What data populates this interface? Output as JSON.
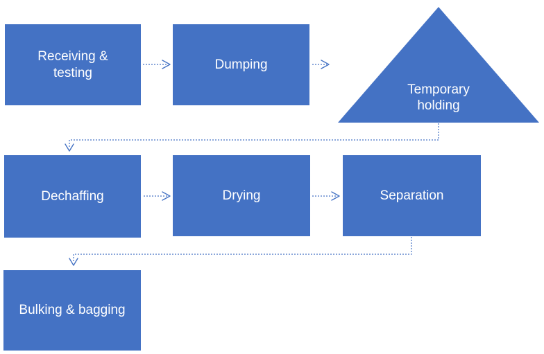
{
  "colors": {
    "node_fill": "#4472C4",
    "connector": "#4472C4",
    "label_text": "#FFFFFF",
    "background": "#FFFFFF"
  },
  "flowchart": {
    "type": "process-flow-diagram",
    "nodes": [
      {
        "id": "receiving-testing",
        "label": "Receiving & testing",
        "shape": "rectangle"
      },
      {
        "id": "dumping",
        "label": "Dumping",
        "shape": "rectangle"
      },
      {
        "id": "temporary-holding",
        "label": "Temporary holding",
        "shape": "triangle"
      },
      {
        "id": "dechaffing",
        "label": "Dechaffing",
        "shape": "rectangle"
      },
      {
        "id": "drying",
        "label": "Drying",
        "shape": "rectangle"
      },
      {
        "id": "separation",
        "label": "Separation",
        "shape": "rectangle"
      },
      {
        "id": "bulking-bagging",
        "label": "Bulking & bagging",
        "shape": "rectangle"
      }
    ],
    "edges": [
      {
        "from": "receiving-testing",
        "to": "dumping",
        "style": "dashed-arrow"
      },
      {
        "from": "dumping",
        "to": "temporary-holding",
        "style": "dashed-arrow"
      },
      {
        "from": "temporary-holding",
        "to": "dechaffing",
        "style": "dashed-elbow-arrow"
      },
      {
        "from": "dechaffing",
        "to": "drying",
        "style": "dashed-arrow"
      },
      {
        "from": "drying",
        "to": "separation",
        "style": "dashed-arrow"
      },
      {
        "from": "separation",
        "to": "bulking-bagging",
        "style": "dashed-elbow-arrow"
      }
    ]
  }
}
